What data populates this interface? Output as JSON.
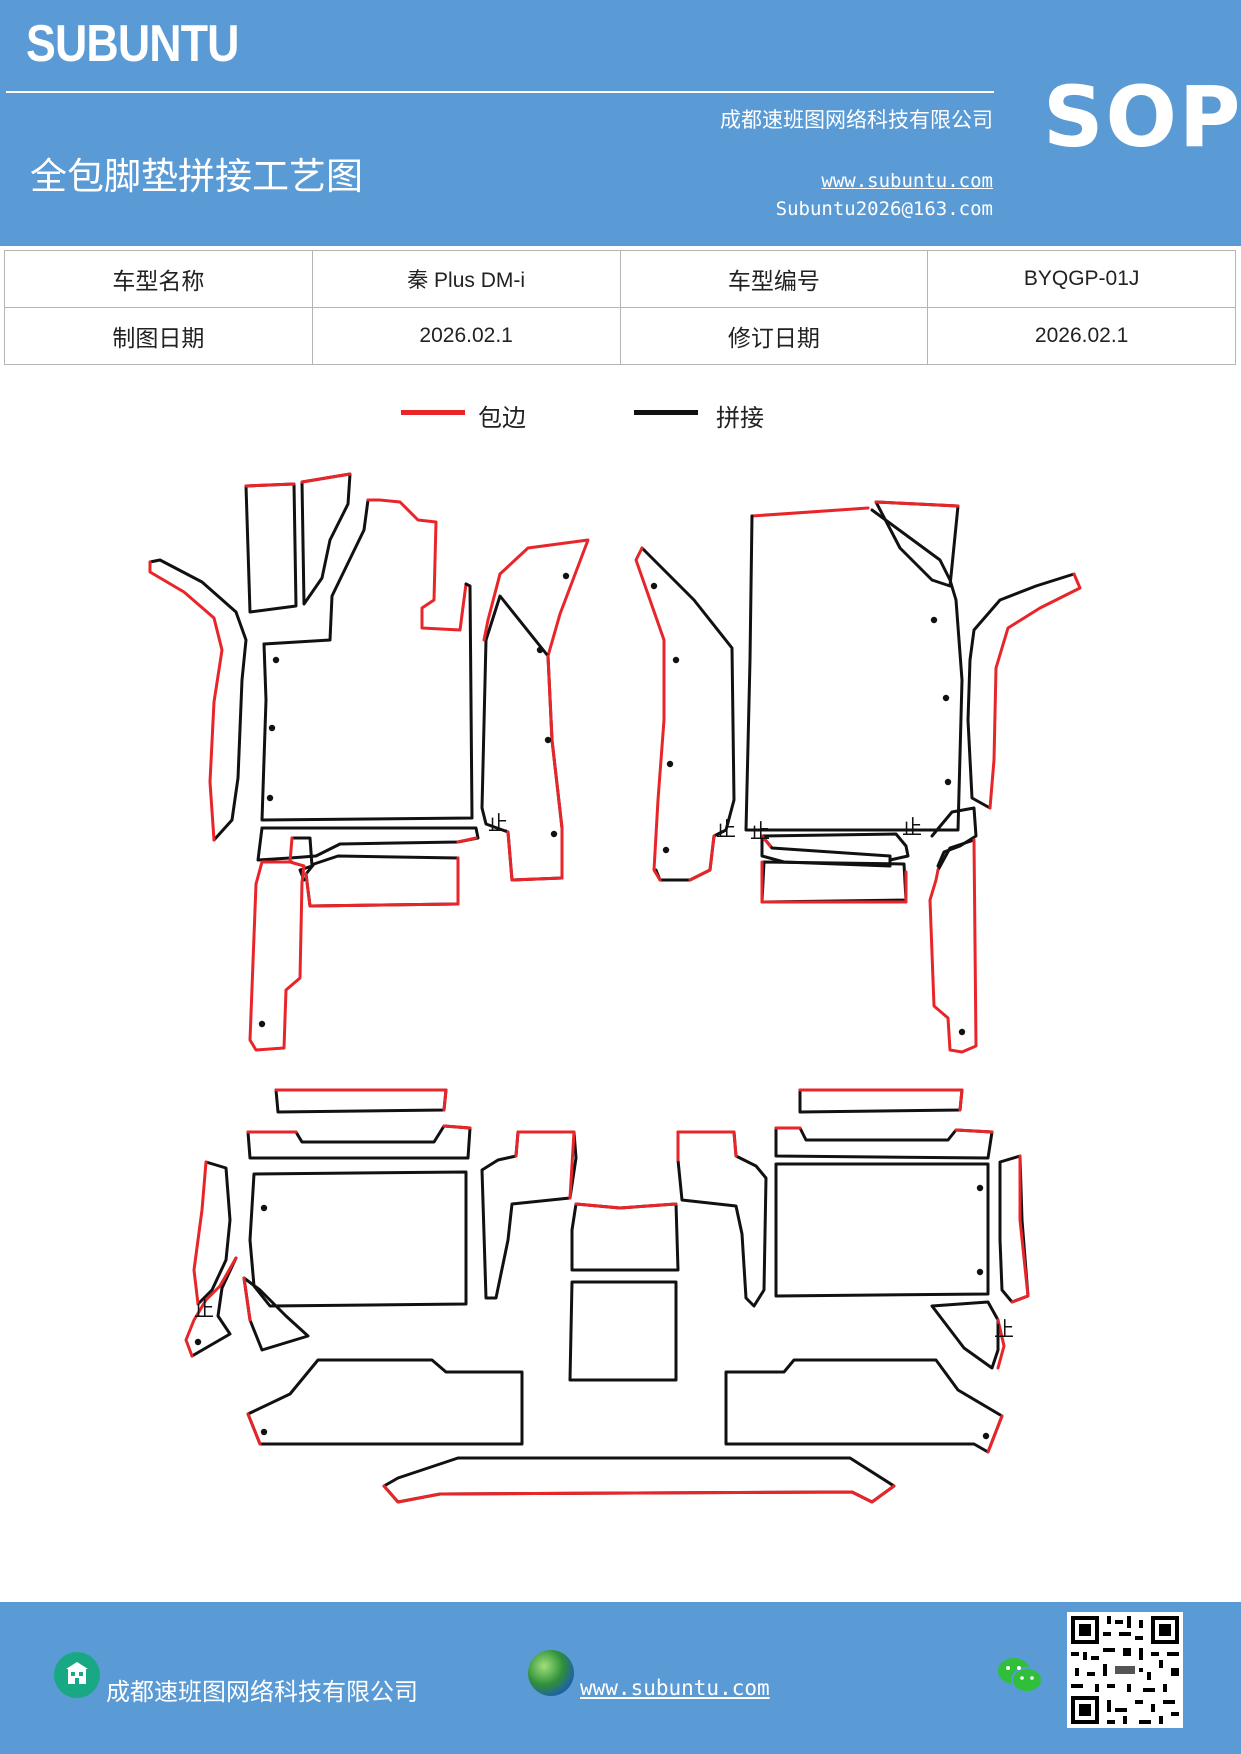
{
  "header": {
    "brand": "SUBUNTU",
    "company": "成都速班图网络科技有限公司",
    "title": "全包脚垫拼接工艺图",
    "website": "www.subuntu.com",
    "email": "Subuntu2026@163.com",
    "badge": "SOP"
  },
  "info_table": {
    "rows": [
      {
        "label1": "车型名称",
        "value1": "秦 Plus DM-i",
        "label2": "车型编号",
        "value2": "BYQGP-01J"
      },
      {
        "label1": "制图日期",
        "value1": "2026.02.1",
        "label2": "修订日期",
        "value2": "2026.02.1"
      }
    ]
  },
  "legend": {
    "items": [
      {
        "label": "包边",
        "color": "#e8262a"
      },
      {
        "label": "拼接",
        "color": "#111111"
      }
    ]
  },
  "diagram": {
    "stop_mark": "止",
    "edge_color": "#e8262a",
    "seam_color": "#111111"
  },
  "footer": {
    "company": "成都速班图网络科技有限公司",
    "website": "www.subuntu.com ",
    "icons": [
      "building-icon",
      "globe-icon",
      "wechat-icon",
      "qr-code"
    ]
  }
}
